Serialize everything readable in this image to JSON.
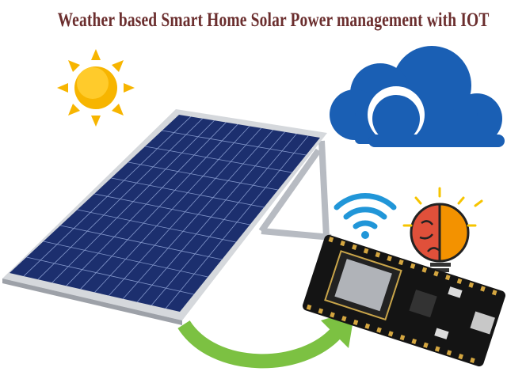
{
  "title": "Weather based Smart Home Solar Power management with IOT",
  "colors": {
    "title": "#6b2e2e",
    "sun": "#f7b500",
    "cloud": "#1a5fb4",
    "panel": "#1c2f6e",
    "frame": "#c9ccd1",
    "wifi": "#2196d8",
    "board": "#141414",
    "arrow": "#7cc142",
    "bulb": "#f39200",
    "brain": "#e0503a"
  },
  "icons": [
    "sun-icon",
    "cloud-icon",
    "solar-panel",
    "wifi-icon",
    "brain-bulb-icon",
    "nodemcu-board",
    "curved-arrow-icon"
  ]
}
